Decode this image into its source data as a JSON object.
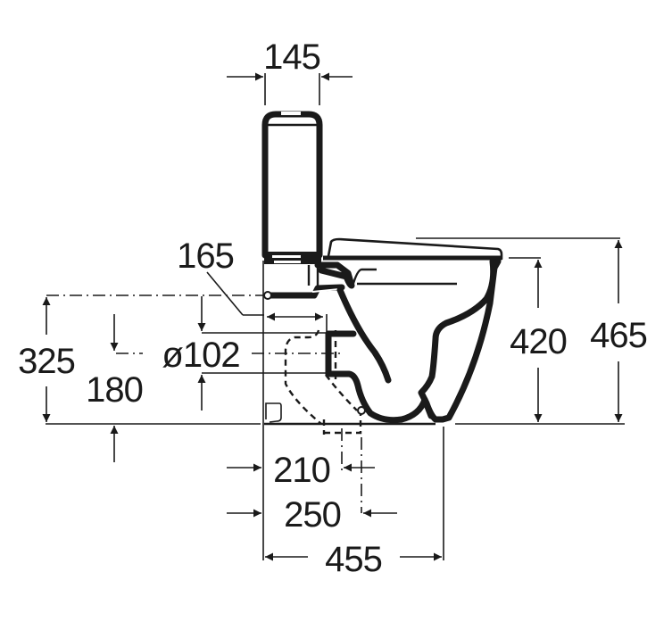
{
  "drawing": {
    "subject": "Close-coupled toilet side-view dimension drawing",
    "units": "mm",
    "line_color": "#1a1a1a",
    "background": "#ffffff"
  },
  "dimensions": {
    "cistern_width": "145",
    "inlet_offset": "165",
    "inlet_height": "325",
    "outlet_center_height": "180",
    "outlet_diameter": "ø102",
    "bowl_rim_height": "420",
    "seat_top_height": "465",
    "outlet_min_distance": "210",
    "outlet_max_distance": "250",
    "overall_depth": "455"
  }
}
